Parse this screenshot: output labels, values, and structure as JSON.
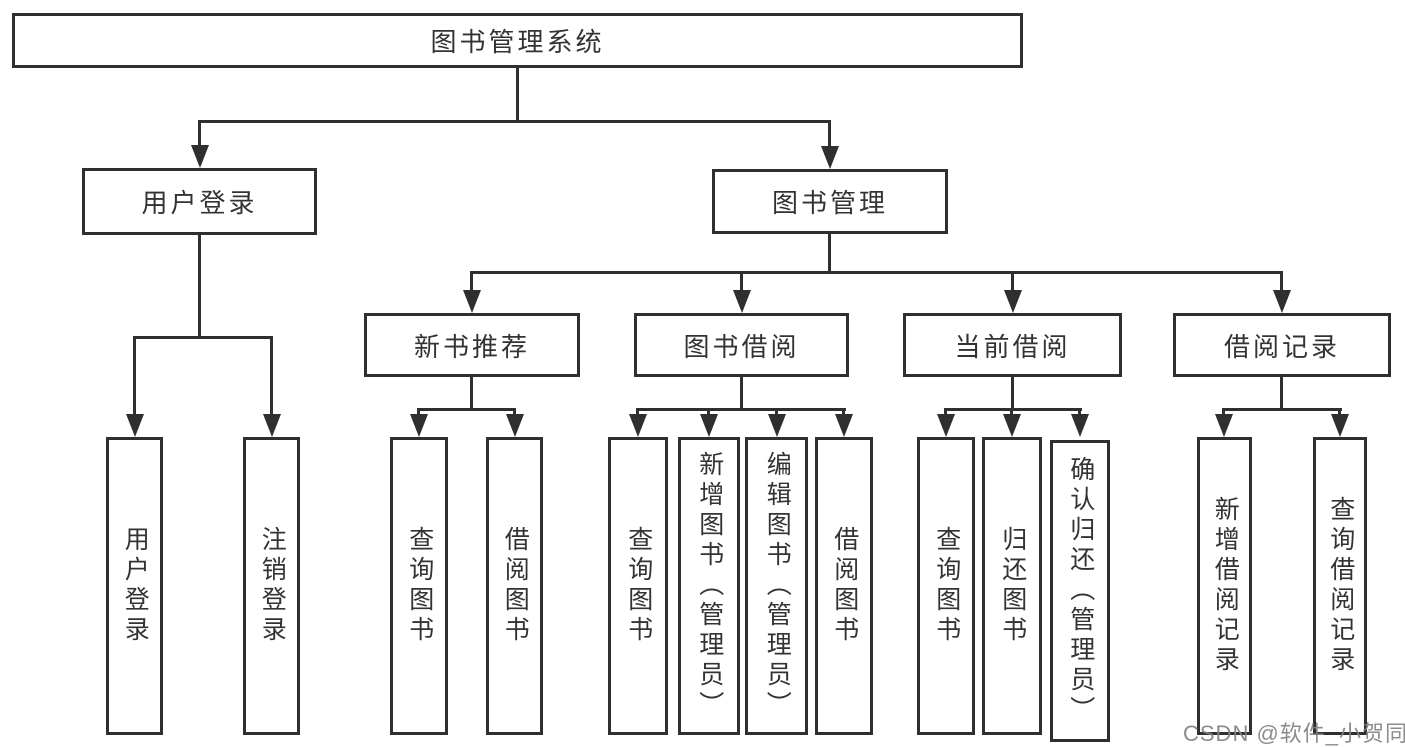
{
  "diagram": {
    "type": "tree",
    "title": "图书管理系统",
    "colors": {
      "line": "#2f2f2f",
      "text": "#333333",
      "background": "#ffffff",
      "watermark": "#828282"
    },
    "tree": {
      "root": {
        "label": "图书管理系统"
      },
      "branches": [
        {
          "label": "用户登录",
          "children": [
            {
              "label": "用户登录"
            },
            {
              "label": "注销登录"
            }
          ]
        },
        {
          "label": "图书管理",
          "children": [
            {
              "label": "新书推荐",
              "children": [
                {
                  "label": "查询图书"
                },
                {
                  "label": "借阅图书"
                }
              ]
            },
            {
              "label": "图书借阅",
              "children": [
                {
                  "label": "查询图书"
                },
                {
                  "label": "新增图书（管理员）"
                },
                {
                  "label": "编辑图书（管理员）"
                },
                {
                  "label": "借阅图书"
                }
              ]
            },
            {
              "label": "当前借阅",
              "children": [
                {
                  "label": "查询图书"
                },
                {
                  "label": "归还图书"
                },
                {
                  "label": "确认归还（管理员）"
                }
              ]
            },
            {
              "label": "借阅记录",
              "children": [
                {
                  "label": "新增借阅记录"
                },
                {
                  "label": "查询借阅记录"
                }
              ]
            }
          ]
        }
      ]
    },
    "watermark": {
      "text": "CSDN @软件_小贺同学"
    }
  }
}
